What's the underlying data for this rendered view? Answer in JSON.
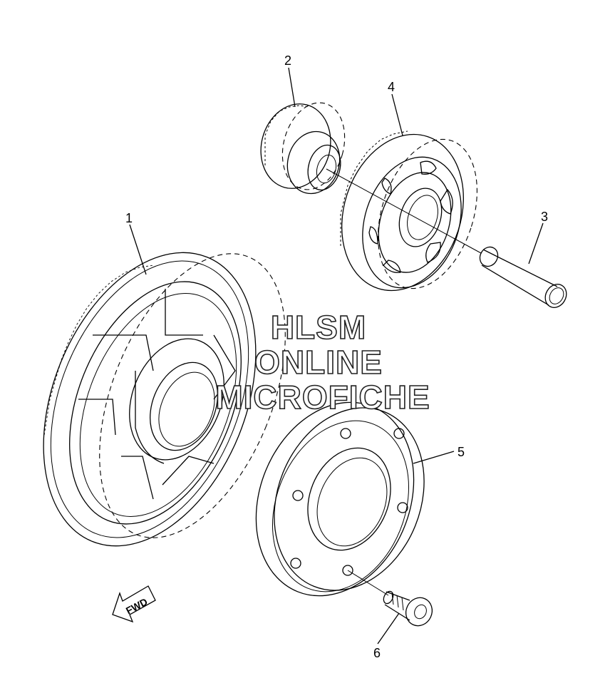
{
  "callouts": [
    "1",
    "2",
    "3",
    "4",
    "5",
    "6"
  ],
  "watermark": [
    "HLSM",
    "ONLINE",
    "MICROFICHE"
  ],
  "fwd_label": "FWD"
}
